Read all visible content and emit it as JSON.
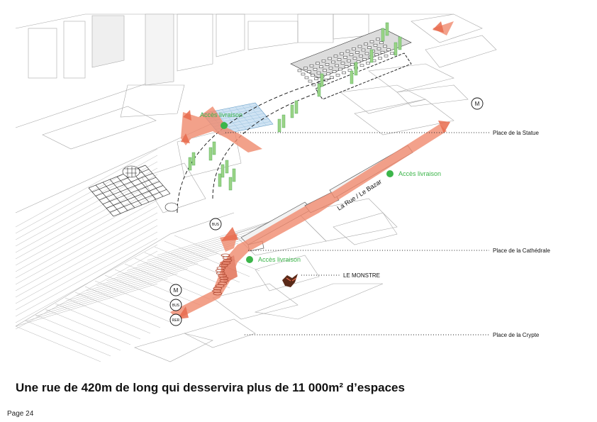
{
  "labels": {
    "place_statue": "Place de la Statue",
    "place_cathedrale": "Place de la Cathédrale",
    "place_crypte": "Place de la Crypte",
    "le_monstre": "LE MONSTRE",
    "la_rue": "La Rue / Le Bazar",
    "acces_1": "Accès livraison",
    "acces_2": "Accès livraison",
    "acces_3": "Accès livraison",
    "badge_m_top": "M",
    "badge_bus_mid": "BUS",
    "badge_m_low": "M",
    "badge_bus_low": "BUS",
    "badge_rer_low": "RER"
  },
  "caption": "Une rue de 420m de long qui desservira plus de 11 000m² d’espaces",
  "page": "Page 24",
  "colors": {
    "route": "#f08a6e",
    "access": "#3cb54a",
    "linework": "#9a9a9a",
    "dark": "#2a2a2a"
  }
}
